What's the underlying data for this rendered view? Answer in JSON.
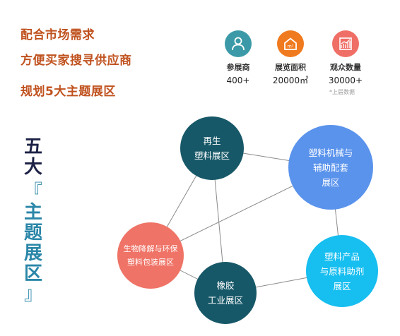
{
  "headlines": [
    "配合市场需求",
    "方便买家搜寻供应商",
    "规划5大主题展区"
  ],
  "stats": [
    {
      "icon": "person-icon",
      "color": "#3c9aa8",
      "label": "参展商",
      "value": "400+"
    },
    {
      "icon": "building-area-icon",
      "color": "#f07a1f",
      "label": "展览面积",
      "value": "20000㎡"
    },
    {
      "icon": "rising-chart-icon",
      "color": "#ef6f66",
      "label": "观众数量",
      "value": "30000+"
    }
  ],
  "footnote": "*上届数据",
  "vertical_title": {
    "top": [
      "五",
      "大"
    ],
    "bracket_open": "『",
    "main": [
      "主",
      "题",
      "展",
      "区"
    ],
    "bracket_close": "』"
  },
  "zones": [
    {
      "label": "再生\n塑料展区",
      "color": "#175868"
    },
    {
      "label": "塑料机械与\n辅助配套\n展区",
      "color": "#5a93ec"
    },
    {
      "label": "塑料产品\n与原料助剂\n展区",
      "color": "#17bef0"
    },
    {
      "label": "橡胶\n工业展区",
      "color": "#175868"
    },
    {
      "label": "生物降解与环保\n塑料包装展区",
      "color": "#ef7366"
    }
  ]
}
